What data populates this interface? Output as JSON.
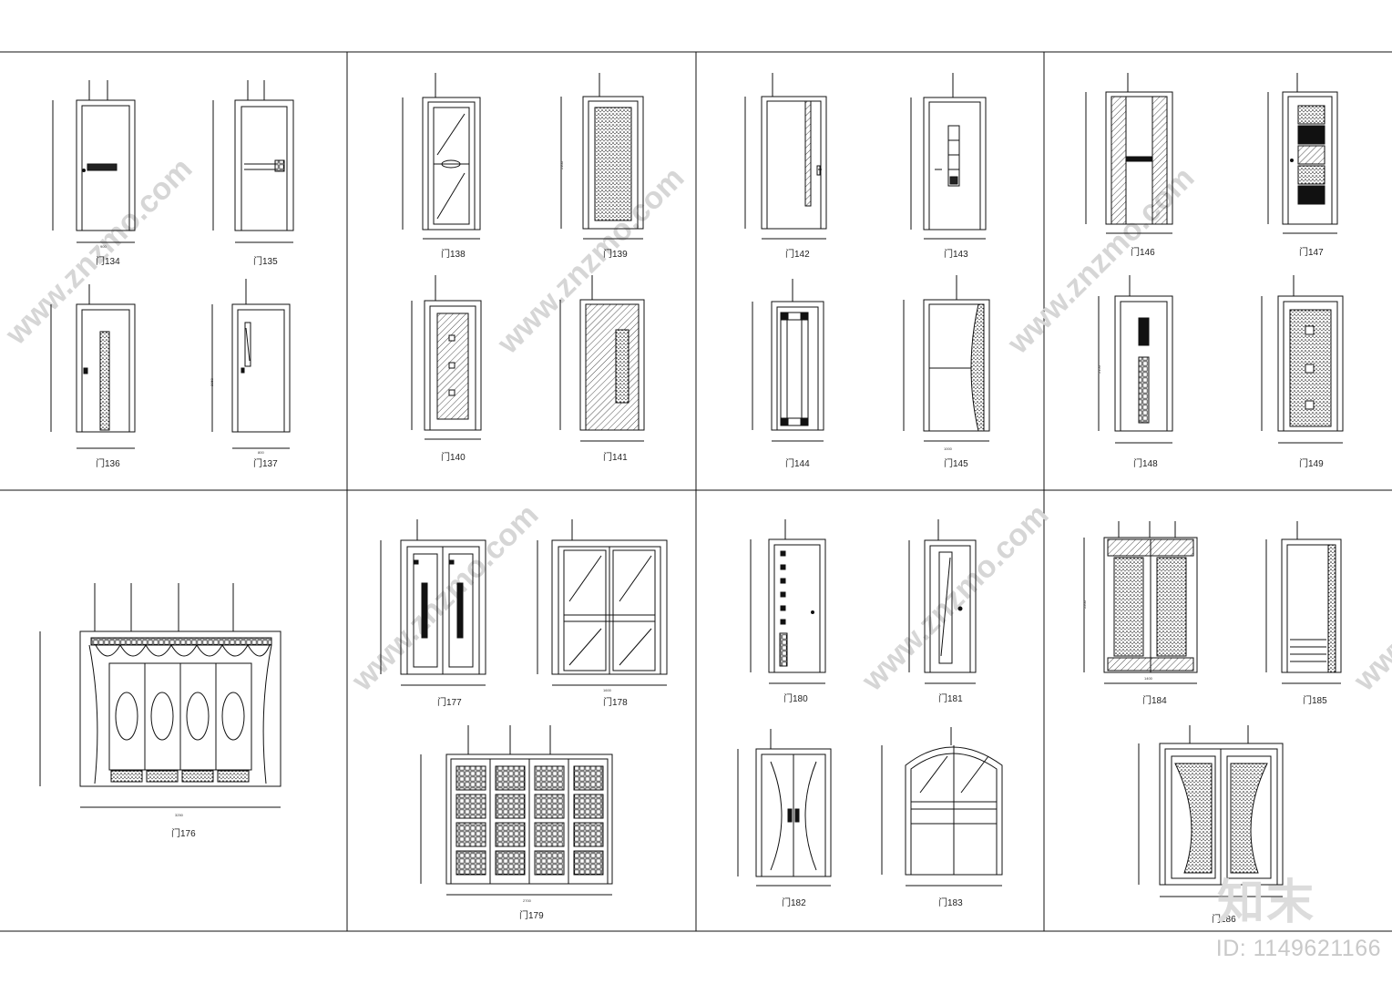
{
  "sheet": {
    "doors": [
      {
        "label": "门134"
      },
      {
        "label": "门135"
      },
      {
        "label": "门136"
      },
      {
        "label": "门137"
      },
      {
        "label": "门138"
      },
      {
        "label": "门139"
      },
      {
        "label": "门140"
      },
      {
        "label": "门141"
      },
      {
        "label": "门142"
      },
      {
        "label": "门143"
      },
      {
        "label": "门144"
      },
      {
        "label": "门145"
      },
      {
        "label": "门146"
      },
      {
        "label": "门147"
      },
      {
        "label": "门148"
      },
      {
        "label": "门149"
      },
      {
        "label": "门176"
      },
      {
        "label": "门177"
      },
      {
        "label": "门178"
      },
      {
        "label": "门179"
      },
      {
        "label": "门180"
      },
      {
        "label": "门181"
      },
      {
        "label": "门182"
      },
      {
        "label": "门183"
      },
      {
        "label": "门184"
      },
      {
        "label": "门185"
      },
      {
        "label": "门186"
      }
    ],
    "dimensions": [
      "2050",
      "2100",
      "2150",
      "2200",
      "1000",
      "3250",
      "2700",
      "1400",
      "1600",
      "900",
      "800"
    ]
  },
  "watermark": {
    "site": "www.znzmo.com",
    "logo": "知末",
    "id": "ID: 1149621166"
  },
  "colors": {
    "line": "#111111",
    "watermark": "#d6d6d6",
    "background": "#ffffff"
  }
}
